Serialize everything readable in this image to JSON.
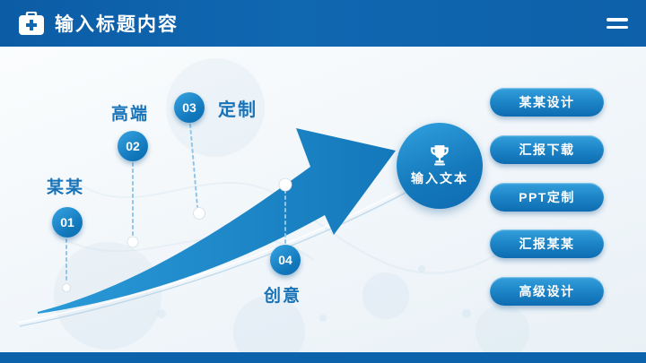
{
  "header": {
    "title": "输入标题内容",
    "icon": "medical-kit-icon",
    "menu_icon": "menu-icon"
  },
  "diagram": {
    "type": "growth-arrow-timeline",
    "milestones": [
      {
        "number": "01",
        "label": "某某"
      },
      {
        "number": "02",
        "label": "高端"
      },
      {
        "number": "03",
        "label": "定制"
      },
      {
        "number": "04",
        "label": "创意"
      }
    ],
    "center": {
      "label": "输入文本",
      "icon": "trophy-icon"
    }
  },
  "buttons": [
    {
      "label": "某某设计"
    },
    {
      "label": "汇报下载"
    },
    {
      "label": "PPT定制"
    },
    {
      "label": "汇报某某"
    },
    {
      "label": "高级设计"
    }
  ],
  "colors": {
    "header_blue": "#0d63ab",
    "arrow_blue": "#1f8bcd",
    "label_blue": "#1873b8",
    "background": "#f1f6fa"
  }
}
